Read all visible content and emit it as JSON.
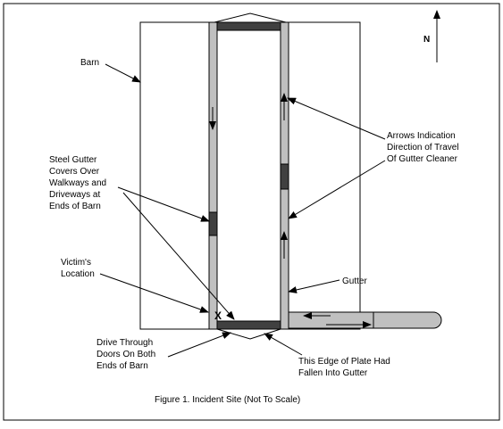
{
  "figure": {
    "caption": "Figure 1. Incident Site (Not To Scale)",
    "north_label": "N",
    "victim_marker": "X",
    "labels": {
      "barn": "Barn",
      "arrows_line1": "Arrows Indication",
      "arrows_line2": "Direction of Travel",
      "arrows_line3": "Of Gutter Cleaner",
      "steel_line1": "Steel Gutter",
      "steel_line2": "Covers Over",
      "steel_line3": "Walkways and",
      "steel_line4": "Driveways at",
      "steel_line5": "Ends of Barn",
      "victim_line1": "Victim's",
      "victim_line2": "Location",
      "gutter": "Gutter",
      "drive_line1": "Drive Through",
      "drive_line2": "Doors On Both",
      "drive_line3": "Ends of Barn",
      "plate_line1": "This Edge of Plate Had",
      "plate_line2": "Fallen Into Gutter"
    }
  },
  "colors": {
    "gutter_fill": "#c0c0c0",
    "plate_fill": "#404040",
    "line": "#000000"
  }
}
